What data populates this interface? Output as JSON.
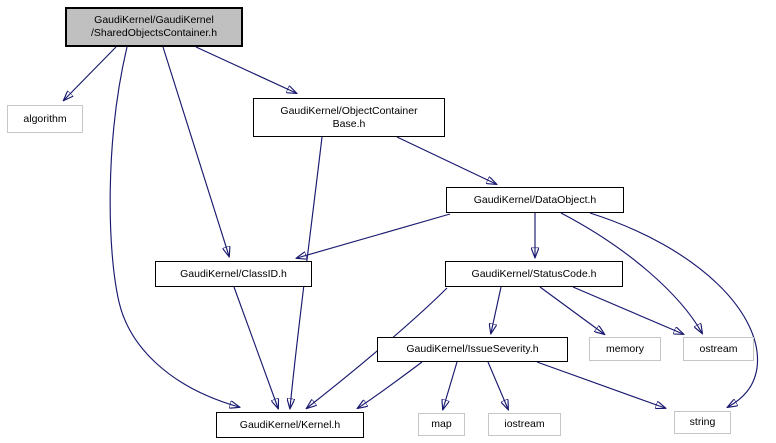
{
  "diagram": {
    "type": "include-dependency-graph",
    "edge_color": "#191970",
    "main_node_fill": "#c0c0c0",
    "nodes": {
      "shared": {
        "label": "GaudiKernel/GaudiKernel\n/SharedObjectsContainer.h",
        "kind": "main"
      },
      "algorithm": {
        "label": "algorithm",
        "kind": "system"
      },
      "objbase": {
        "label": "GaudiKernel/ObjectContainer\nBase.h",
        "kind": "header"
      },
      "dataobj": {
        "label": "GaudiKernel/DataObject.h",
        "kind": "header"
      },
      "classid": {
        "label": "GaudiKernel/ClassID.h",
        "kind": "header"
      },
      "statuscode": {
        "label": "GaudiKernel/StatusCode.h",
        "kind": "header"
      },
      "issueseverity": {
        "label": "GaudiKernel/IssueSeverity.h",
        "kind": "header"
      },
      "memory": {
        "label": "memory",
        "kind": "system"
      },
      "ostream": {
        "label": "ostream",
        "kind": "system"
      },
      "kernel": {
        "label": "GaudiKernel/Kernel.h",
        "kind": "header"
      },
      "map": {
        "label": "map",
        "kind": "system"
      },
      "iostream": {
        "label": "iostream",
        "kind": "system"
      },
      "string": {
        "label": "string",
        "kind": "system"
      }
    },
    "edges": [
      {
        "from": "shared",
        "to": "algorithm"
      },
      {
        "from": "shared",
        "to": "objbase"
      },
      {
        "from": "shared",
        "to": "classid"
      },
      {
        "from": "shared",
        "to": "kernel"
      },
      {
        "from": "objbase",
        "to": "dataobj"
      },
      {
        "from": "objbase",
        "to": "kernel"
      },
      {
        "from": "dataobj",
        "to": "classid"
      },
      {
        "from": "dataobj",
        "to": "statuscode"
      },
      {
        "from": "dataobj",
        "to": "ostream"
      },
      {
        "from": "dataobj",
        "to": "string"
      },
      {
        "from": "classid",
        "to": "kernel"
      },
      {
        "from": "statuscode",
        "to": "issueseverity"
      },
      {
        "from": "statuscode",
        "to": "memory"
      },
      {
        "from": "statuscode",
        "to": "ostream"
      },
      {
        "from": "statuscode",
        "to": "kernel"
      },
      {
        "from": "issueseverity",
        "to": "map"
      },
      {
        "from": "issueseverity",
        "to": "iostream"
      },
      {
        "from": "issueseverity",
        "to": "string"
      },
      {
        "from": "issueseverity",
        "to": "kernel"
      }
    ]
  }
}
